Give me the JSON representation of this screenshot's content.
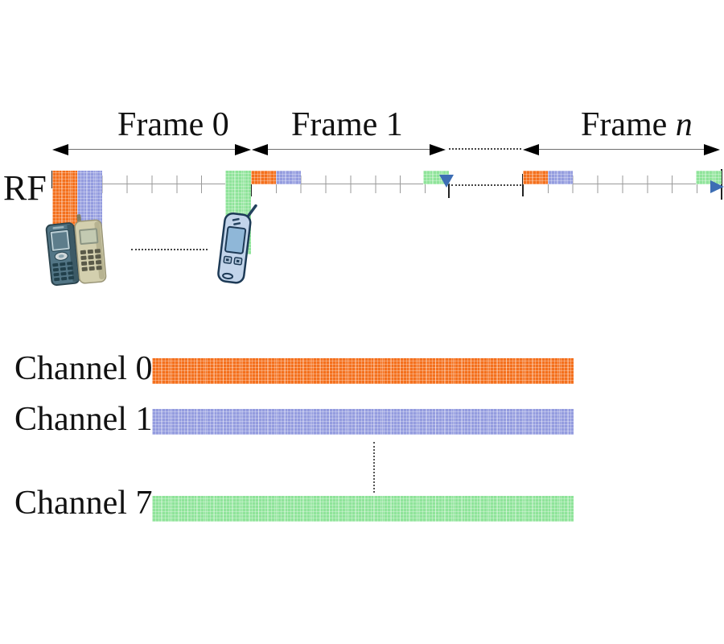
{
  "figure": {
    "rf_label": "RF",
    "frames": [
      {
        "prefix": "Frame ",
        "num": "0",
        "num_class": "num"
      },
      {
        "prefix": "Frame ",
        "num": "1",
        "num_class": "num"
      },
      {
        "prefix": "Frame ",
        "num": "n",
        "num_class": "num italic"
      }
    ],
    "channels": [
      {
        "label": "Channel 0",
        "color": "#f4701d"
      },
      {
        "label": "Channel 1",
        "color": "#949cdf"
      },
      {
        "label": "Channel 7",
        "color": "#8fe49a"
      }
    ],
    "timeline": {
      "slots_per_frame": 8,
      "slot_assignments": [
        {
          "slot": 0,
          "channel": "Channel 0",
          "color": "#f4701d"
        },
        {
          "slot": 1,
          "channel": "Channel 1",
          "color": "#949cdf"
        },
        {
          "slot": 7,
          "channel": "Channel 7",
          "color": "#8fe49a"
        }
      ],
      "ellipsis_between_frames": [
        "Frame 1",
        "Frame n"
      ]
    },
    "icons": {
      "phone_icons": [
        "candybar-phone",
        "keypad-phone",
        "slim-phone"
      ],
      "hop_marker": "blue-triangle",
      "arrowheads": "black-triangle"
    }
  }
}
